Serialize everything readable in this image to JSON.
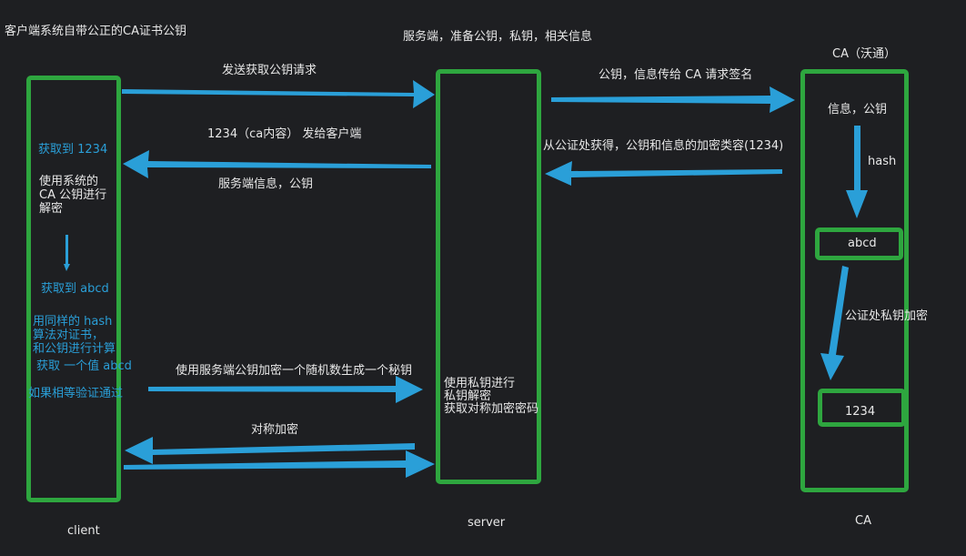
{
  "colors": {
    "background": "#1e1f22",
    "box_border": "#2ea63f",
    "arrow": "#2a9fd8",
    "text": "#e8e8e8",
    "client_note": "#2a9fd8"
  },
  "header": {
    "left_title": "客户端系统自带公正的CA证书公钥",
    "center_title": "服务端，准备公钥，私钥，相关信息",
    "ca_title": "CA（沃通）"
  },
  "labels": {
    "client": "client",
    "server": "server",
    "ca": "CA"
  },
  "messages": {
    "request_public_key": "发送获取公钥请求",
    "send_1234_to_client": "1234（ca内容） 发给客户端",
    "server_info_public_key": "服务端信息，公钥",
    "to_ca_sign": "公钥，信息传给 CA 请求签名",
    "from_ca_result": "从公证处获得，公钥和信息的加密类容(1234)",
    "encrypt_random_key": "使用服务端公钥加密一个随机数生成一个秘钥",
    "symmetric": "对称加密"
  },
  "client_notes": {
    "got_1234": "获取到 1234",
    "decrypt_with_ca": "使用系统的\nCA 公钥进行\n解密",
    "got_abcd": "获取到 abcd",
    "same_hash": "用同样的 hash\n算法对证书，\n和公钥进行计算",
    "get_value": "获取 一个值 abcd",
    "verify_pass": "如果相等验证通过"
  },
  "server_notes": {
    "private_decrypt": "使用私钥进行\n私钥解密\n获取对称加密密码"
  },
  "ca_notes": {
    "info_public_key": "信息，公钥",
    "hash": "hash",
    "abcd": "abcd",
    "notary_encrypt": "公证处私钥加密",
    "code": "1234"
  }
}
